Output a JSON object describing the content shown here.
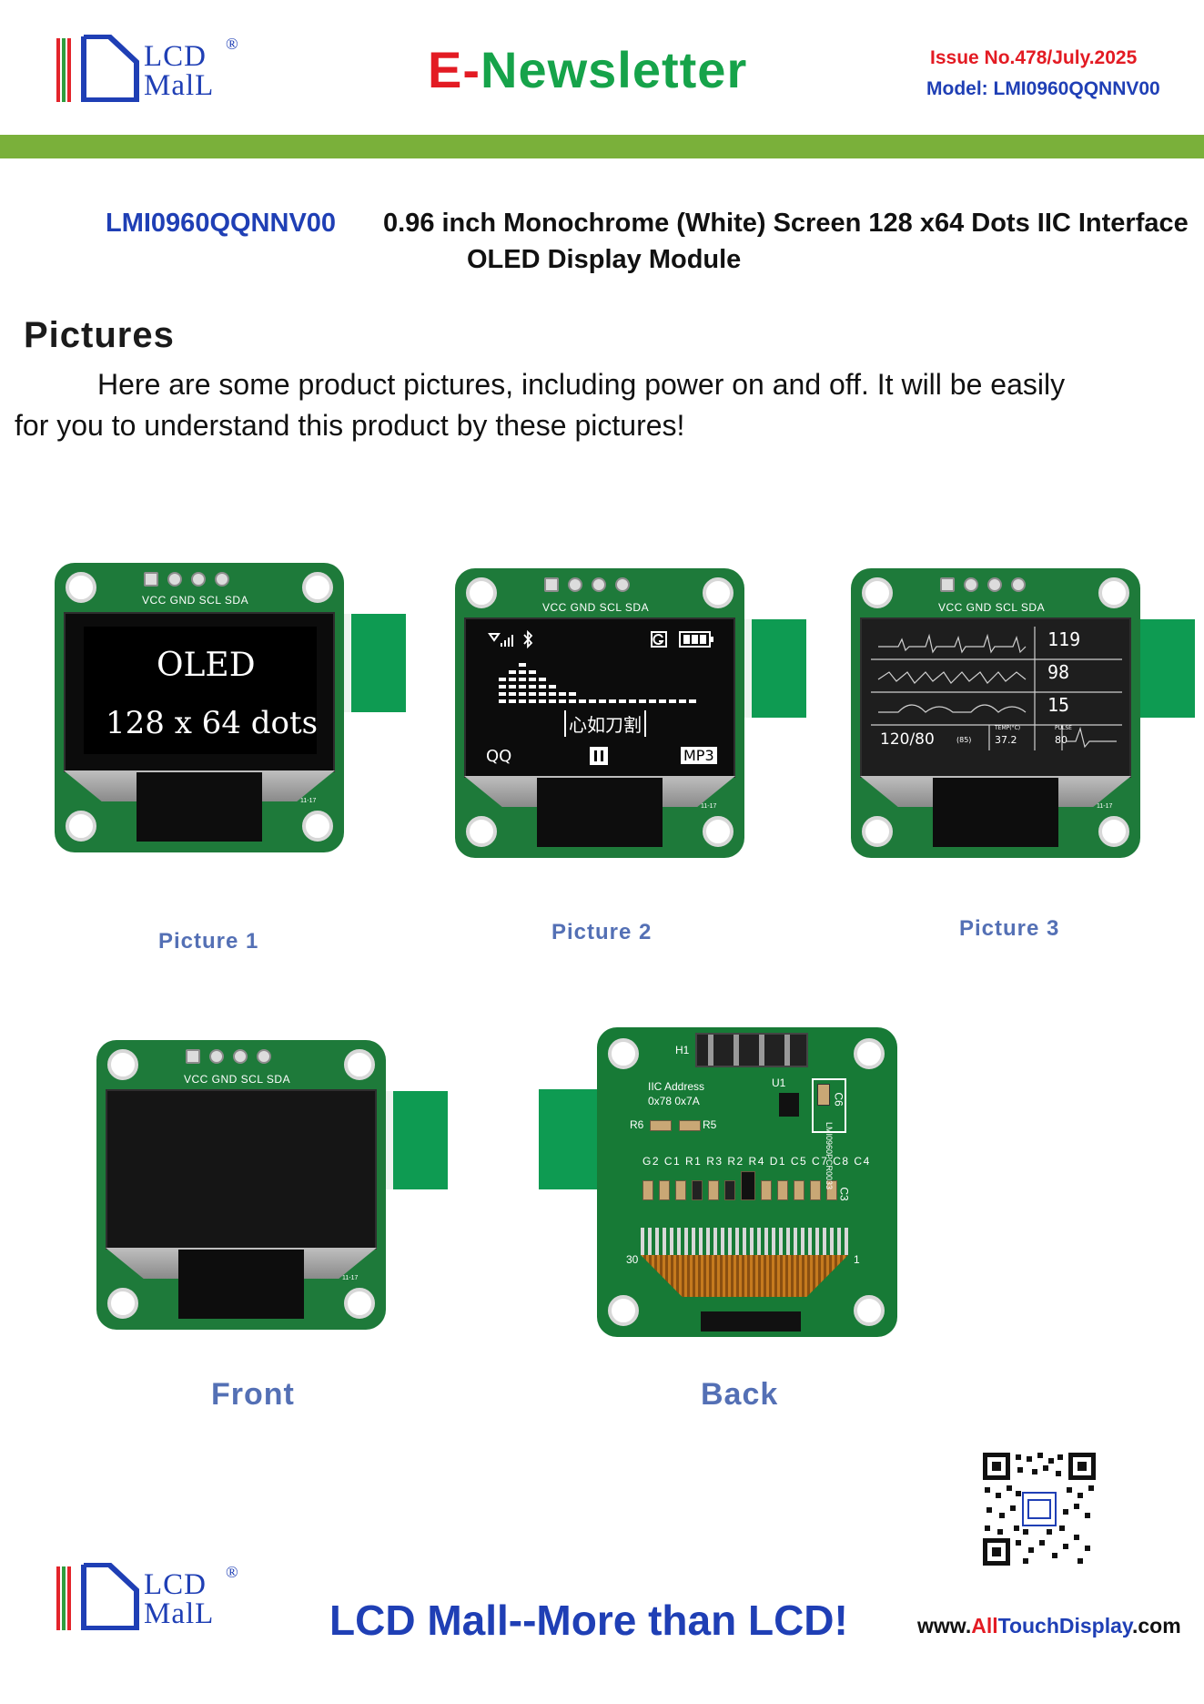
{
  "header": {
    "logo": {
      "line1": "LCD",
      "line2": "MalL",
      "reg": "®"
    },
    "title_e": "E",
    "title_dash": "-",
    "title_rest": "Newsletter",
    "issue": "Issue  No.478/July.2025",
    "model": "Model: LMI0960QQNNV00"
  },
  "product": {
    "part_number": "LMI0960QQNNV00",
    "desc_line1": "0.96 inch Monochrome (White) Screen 128 x64 Dots IIC Interface",
    "desc_line2": "OLED Display Module"
  },
  "section": {
    "heading": "Pictures",
    "para_line1": "Here are some product pictures, including power on and off. It will be easily",
    "para_line2": "for you to understand this product by these pictures!"
  },
  "module": {
    "pin_labels": "VCC GND SCL SDA",
    "date_code": "11-17"
  },
  "pictures": {
    "p1": {
      "caption": "Picture 1",
      "screen_l1": "OLED",
      "screen_l2": "128 x 64 dots"
    },
    "p2": {
      "caption": "Picture 2",
      "screen_chinese": "心如刀割",
      "screen_qq": "QQ",
      "screen_mp3": "MP3"
    },
    "p3": {
      "caption": "Picture 3",
      "v1": "119",
      "v2": "98",
      "v3": "15",
      "bp": "120/80",
      "bp_sub": "(85)",
      "temp": "37.2",
      "pulse": "80",
      "lbl_temp": "TEMP(°C)",
      "lbl_pulse": "PULSE"
    },
    "front": {
      "caption": "Front"
    },
    "back": {
      "caption": "Back",
      "h1": "H1",
      "u1": "U1",
      "iic": "IIC Address",
      "addr": "0x78    0x7A",
      "r6": "R6",
      "r5": "R5",
      "row_labels": "G2 C1 R1 R3 R2 R4 D1 C5 C7 C8 C4",
      "c3": "C3",
      "c6": "C6",
      "pin30": "30",
      "pin1": "1",
      "side_code": "LMI0960PCR0033"
    }
  },
  "footer": {
    "slogan": "LCD  Mall--More than  LCD!",
    "url_prefix": "www.",
    "url_red": "All",
    "url_blue": "TouchDisplay",
    "url_suffix": ".com"
  },
  "colors": {
    "brand_blue": "#1f3fb5",
    "brand_red": "#e31b23",
    "brand_green": "#16a34a",
    "bar_green": "#7ab03a",
    "pcb_green": "#1e7a3a"
  }
}
